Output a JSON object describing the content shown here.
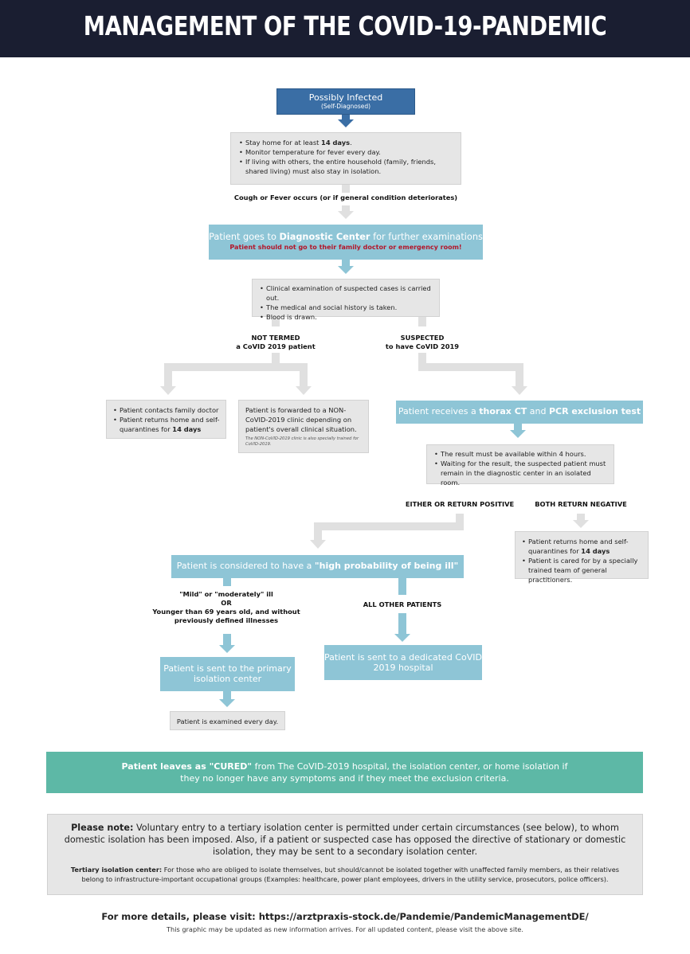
{
  "header": {
    "title": "MANAGEMENT OF THE COVID-19-PANDEMIC"
  },
  "flow": {
    "possibly_infected": {
      "title": "Possibly Infected",
      "subtitle": "(Self-Diagnosed)"
    },
    "home_advice": {
      "item1_prefix": "Stay home for at least ",
      "item1_bold": "14 days",
      "item1_suffix": ".",
      "item2": "Monitor temperature for fever every day.",
      "item3": "If living with others, the entire household (family, friends, shared living) must also stay in isolation."
    },
    "trigger_label": "Cough or Fever occurs (or if general condition deteriorates)",
    "diagnostic_center": {
      "prefix": "Patient goes to ",
      "bold": "Diagnostic Center",
      "suffix": " for further examinations",
      "warning": "Patient should not go to their family doctor or emergency room!"
    },
    "clinical_exam": {
      "item1": "Clinical examination of suspected cases is carried out.",
      "item2": "The medical and social history is taken.",
      "item3": "Blood is drawn."
    },
    "not_termed": {
      "line1": "NOT TERMED",
      "line2": "a CoVID 2019 patient"
    },
    "suspected": {
      "line1": "SUSPECTED",
      "line2": "to have CoVID 2019"
    },
    "family_doctor": {
      "item1": "Patient contacts family doctor",
      "item2_prefix": "Patient returns home and self-quarantines for ",
      "item2_bold": "14 days"
    },
    "forwarded": {
      "text": "Patient is forwarded to a NON-CoVID-2019 clinic depending on patient's overall clinical situation.",
      "note": "The NON-CoVID-2019 clinic is also specially trained for CoVID-2019."
    },
    "thorax_ct": {
      "prefix": "Patient receives a ",
      "bold1": "thorax CT",
      "middle": " and ",
      "bold2": "PCR exclusion test"
    },
    "result_wait": {
      "item1": "The result must be available within 4 hours.",
      "item2": "Waiting for the result, the suspected patient must remain in the diagnostic center in an isolated room."
    },
    "either_positive": "EITHER OR RETURN POSITIVE",
    "both_negative": "BOTH RETURN NEGATIVE",
    "negative_box": {
      "item1_prefix": "Patient returns home and self-quarantines for ",
      "item1_bold": "14 days",
      "item2": "Patient is cared for by a specially trained team of general practitioners."
    },
    "high_probability": {
      "prefix": "Patient is considered to have a ",
      "bold": "\"high probability of being ill\""
    },
    "mild_label": {
      "line1": "\"Mild\" or \"moderately\" ill",
      "line2": "OR",
      "line3": "Younger than 69 years old, and without previously defined illnesses"
    },
    "all_other": "ALL OTHER PATIENTS",
    "primary_isolation": "Patient is sent to the primary isolation center",
    "dedicated_hospital": "Patient is sent to a dedicated CoVID 2019 hospital",
    "examined_daily": "Patient is examined every day.",
    "cured": {
      "bold": "Patient leaves as \"CURED\"",
      "text": " from The CoVID-2019 hospital, the isolation center, or home isolation if they no longer have any symptoms and if they meet the exclusion criteria."
    }
  },
  "note": {
    "bold": "Please note:",
    "text": " Voluntary entry to a tertiary isolation center is permitted under certain circumstances (see below), to whom domestic isolation has been imposed. Also, if a patient or suspected case has opposed the directive of stationary or domestic isolation, they may be sent to a secondary isolation center.",
    "sub_bold": "Tertiary isolation center:",
    "sub_text": " For those who are obliged to isolate themselves, but should/cannot be isolated together with unaffected family members, as their relatives belong to infrastructure-important occupational groups (Examples: healthcare, power plant employees, drivers in the utility service, prosecutors, police officers)."
  },
  "footer": {
    "url_line": "For more details, please visit: https://arztpraxis-stock.de/Pandemie/PandemicManagementDE/",
    "update_note": "This graphic may be updated as new information arrives. For all updated content, please visit the above site."
  },
  "colors": {
    "header_bg": "#1a1e31",
    "navy_box": "#3a6ea5",
    "teal_box": "#8ec5d6",
    "cured_box": "#5db8a6",
    "gray_box": "#e6e6e6",
    "warning_text": "#b3162a"
  }
}
